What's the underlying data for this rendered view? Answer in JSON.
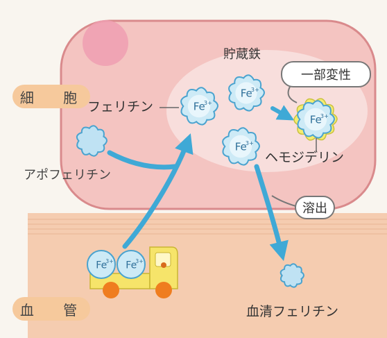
{
  "regions": {
    "cell_label": "細 胞",
    "vessel_label": "血 管"
  },
  "labels": {
    "storage_iron": "貯蔵鉄",
    "denaturation": "一部変性",
    "ferritin": "フェリチン",
    "apoferritin": "アポフェリチン",
    "hemosiderin": "ヘモジデリン",
    "efflux": "溶出",
    "serum_ferritin": "血清フェリチン"
  },
  "iron_symbol": "Fe",
  "iron_charge": "3+",
  "colors": {
    "background": "#f9f5ef",
    "cell_fill": "#f4c4c1",
    "cell_border": "#d98a8c",
    "vessel_fill": "#f5ccb0",
    "arrow": "#3fa9d6",
    "protein_fill": "#cdeaf6",
    "protein_border": "#4aa3cf",
    "hemosiderin_ring": "#f4ec70",
    "truck_body": "#f6e46a",
    "truck_wheel": "#ef7d1f"
  }
}
